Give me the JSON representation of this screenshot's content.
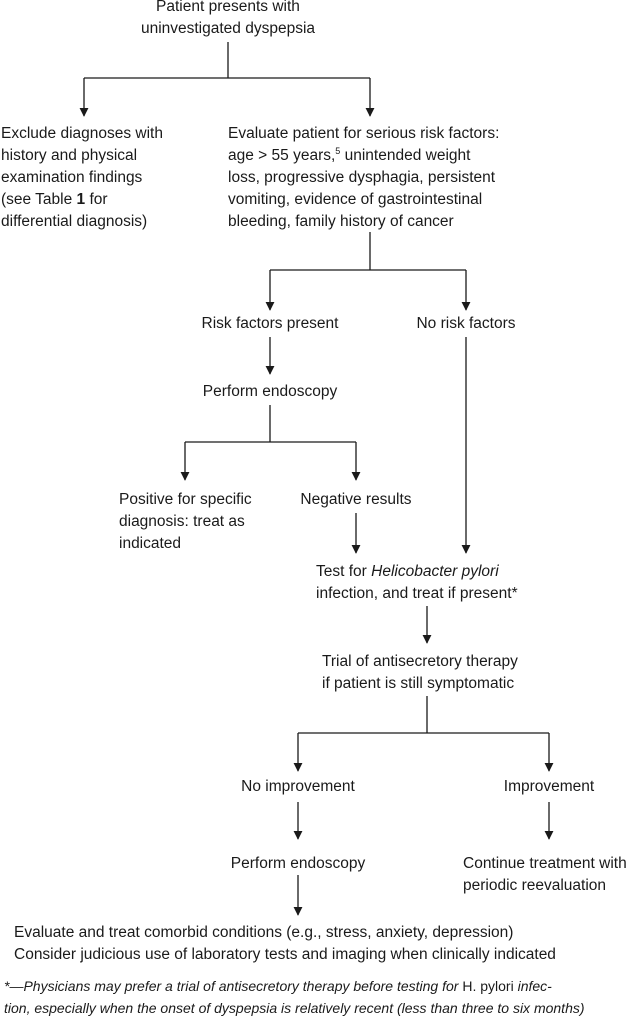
{
  "flowchart": {
    "start": {
      "line1": "Patient presents with",
      "line2": "uninvestigated dyspepsia"
    },
    "exclude": {
      "line1": "Exclude diagnoses with",
      "line2": "history and physical",
      "line3": "examination findings",
      "line4_pre": "(see Table ",
      "line4_bold": "1",
      "line4_post": " for",
      "line5": "differential diagnosis)"
    },
    "evaluate": {
      "line1": "Evaluate patient for serious risk factors:",
      "line2_pre": "age > 55 years,",
      "line2_sup": "5",
      "line2_post": " unintended weight",
      "line3": "loss, progressive dysphagia, persistent",
      "line4": "vomiting, evidence of gastrointestinal",
      "line5": "bleeding, family history of cancer"
    },
    "risk_present": "Risk factors present",
    "no_risk": "No risk factors",
    "endoscopy_1": "Perform endoscopy",
    "positive": {
      "line1": "Positive for specific",
      "line2": "diagnosis: treat as",
      "line3": "indicated"
    },
    "negative": "Negative results",
    "test_hp": {
      "line1_pre": "Test for ",
      "line1_italic": "Helicobacter pylori",
      "line2": "infection, and treat if present*"
    },
    "trial": {
      "line1": "Trial of antisecretory therapy",
      "line2": "if patient is still symptomatic"
    },
    "no_improvement": "No improvement",
    "improvement": "Improvement",
    "endoscopy_2": "Perform endoscopy",
    "continue": {
      "line1": "Continue treatment with",
      "line2": "periodic reevaluation"
    },
    "final": {
      "line1": "Evaluate and treat comorbid conditions (e.g., stress, anxiety, depression)",
      "line2": "Consider judicious use of laboratory tests and imaging when clinically indicated"
    }
  },
  "footnote": {
    "line1_pre": "*—Physicians may prefer a trial of antisecretory therapy before testing for ",
    "line1_upright": "H. pylori",
    "line1_post": " infec-",
    "line2": "tion, especially when the onset of dyspepsia is relatively recent (less than three to six months)"
  }
}
